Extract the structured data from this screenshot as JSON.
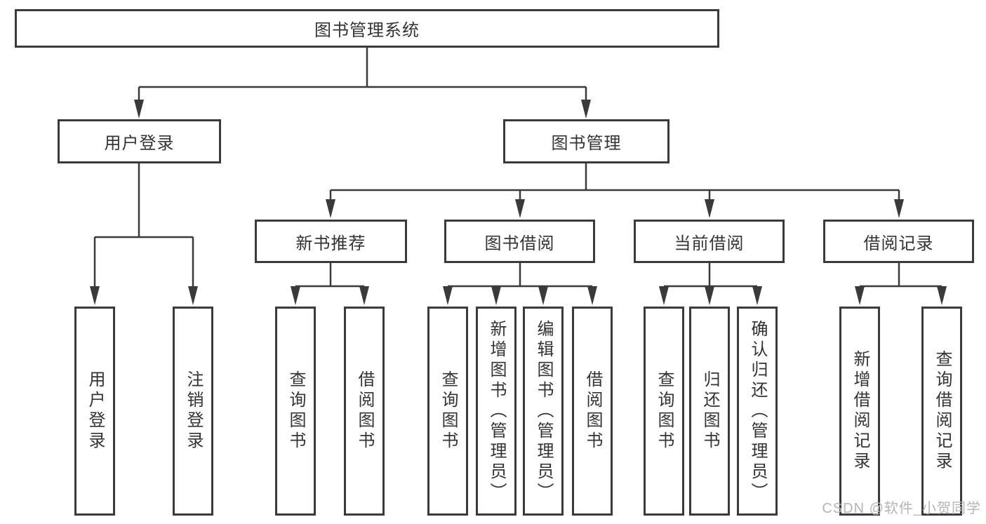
{
  "nodes": {
    "root": "图书管理系统",
    "level2": [
      "用户登录",
      "图书管理"
    ],
    "level3": [
      "新书推荐",
      "图书借阅",
      "当前借阅",
      "借阅记录"
    ],
    "leaves": {
      "user_login": [
        "用户登录",
        "注销登录"
      ],
      "new_book": [
        "查询图书",
        "借阅图书"
      ],
      "book_borrow": [
        "查询图书",
        "新增图书（管理员）",
        "编辑图书（管理员）",
        "借阅图书"
      ],
      "current_borrow": [
        "查询图书",
        "归还图书",
        "确认归还（管理员）"
      ],
      "borrow_record": [
        "新增借阅记录",
        "查询借阅记录"
      ]
    }
  },
  "watermark": "CSDN @软件_小贺同学",
  "colors": {
    "line": "#3a3a3a",
    "text": "#333333",
    "watermark": "#b4b4bc",
    "background": "#ffffff"
  }
}
